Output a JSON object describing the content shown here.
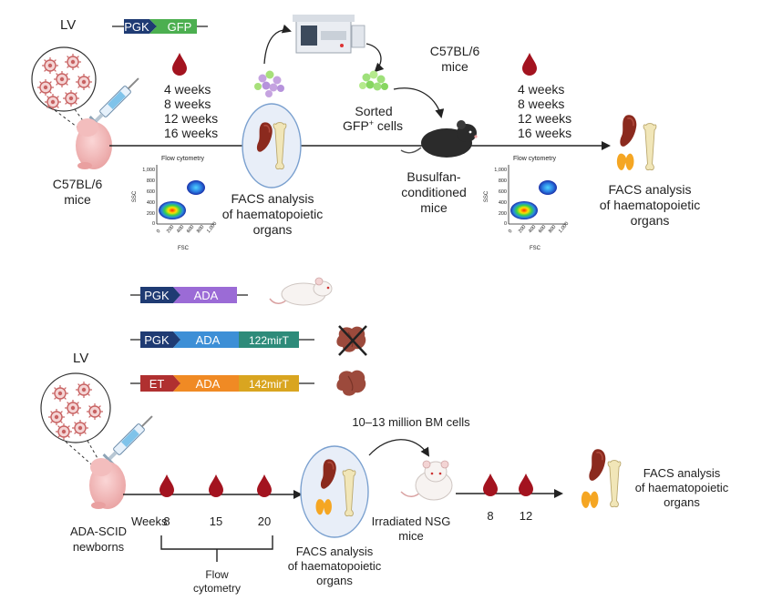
{
  "top": {
    "lv_label": "LV",
    "construct": {
      "promoter": "PGK",
      "gene": "GFP"
    },
    "donor_label_1": "C57BL/6",
    "donor_label_2": "mice",
    "timepoints": [
      "4 weeks",
      "8 weeks",
      "12 weeks",
      "16 weeks"
    ],
    "facs_1": [
      "FACS analysis",
      "of haematopoietic",
      "organs"
    ],
    "sorted_1": "Sorted",
    "sorted_2": "GFP",
    "sorted_sup": "+",
    "sorted_3": " cells",
    "recipient_strain_1": "C57BL/6",
    "recipient_strain_2": "mice",
    "recipient_1": [
      "Busulfan-",
      "conditioned",
      "mice"
    ],
    "timepoints_2": [
      "4 weeks",
      "8 weeks",
      "12 weeks",
      "16 weeks"
    ],
    "facs_2": [
      "FACS analysis",
      "of haematopoietic",
      "organs"
    ],
    "flow_plot": {
      "title": "Flow cytometry",
      "ylabel": "SSC",
      "xlabel": "FSC",
      "yticks": [
        "1,000",
        "800",
        "600",
        "400",
        "200",
        "0"
      ],
      "xticks": [
        "0",
        "200",
        "400",
        "600",
        "800",
        "1,000"
      ]
    }
  },
  "bottom": {
    "constructs": [
      {
        "promoter": "PGK",
        "gene": "ADA",
        "mir": ""
      },
      {
        "promoter": "PGK",
        "gene": "ADA",
        "mir": "122mirT"
      },
      {
        "promoter": "ET",
        "gene": "ADA",
        "mir": "142mirT"
      }
    ],
    "lv_label": "LV",
    "newborn": [
      "ADA-SCID",
      "newborns"
    ],
    "weeks_label": "Weeks",
    "weeks": [
      "8",
      "15",
      "20"
    ],
    "flow": [
      "Flow",
      "cytometry"
    ],
    "facs_1": [
      "FACS analysis",
      "of haematopoietic",
      "organs"
    ],
    "bm_cells": "10–13 million BM cells",
    "recipient": [
      "Irradiated NSG",
      "mice"
    ],
    "weeks_2": [
      "8",
      "12"
    ],
    "facs_2": [
      "FACS analysis",
      "of haematopoietic",
      "organs"
    ]
  },
  "colors": {
    "pgk_navy": "#1f3b73",
    "gfp_green": "#4caf50",
    "ada_purple": "#9b6bd6",
    "ada_blue": "#3d8fd6",
    "mir122_teal": "#2e8b7a",
    "et_red": "#b03030",
    "ada_orange": "#f08a24",
    "mir142_gold": "#d9a520",
    "blood_red": "#a3131f",
    "spleen": "#8b2a1e",
    "bone": "#f1e6b8",
    "thymus": "#f5a623"
  }
}
